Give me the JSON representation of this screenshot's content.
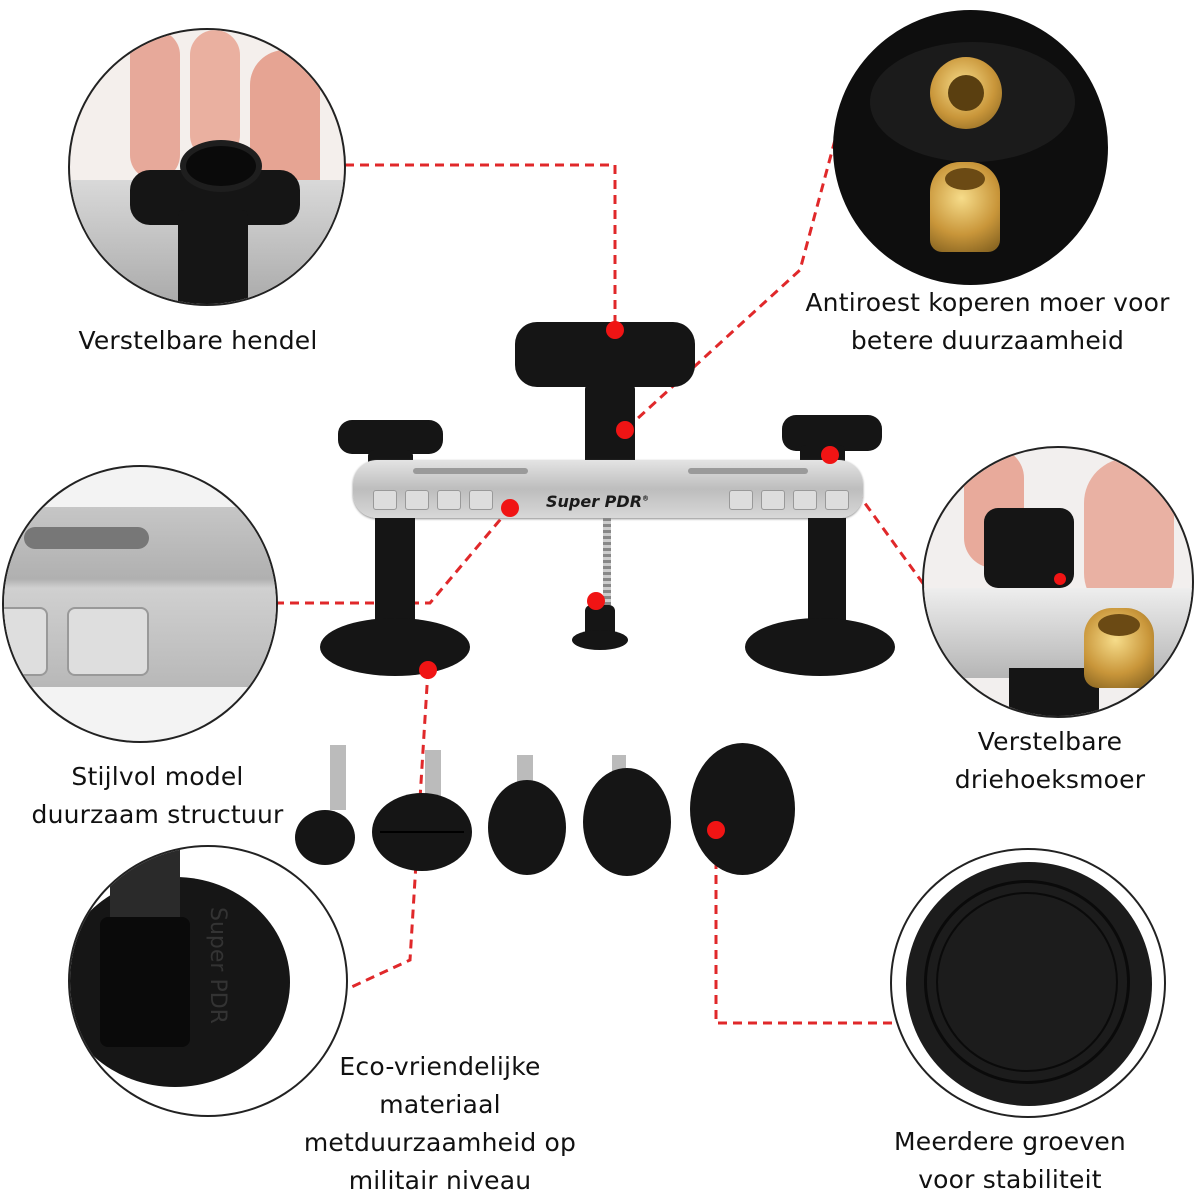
{
  "product": {
    "brand_logo": "Super PDR",
    "registered_mark": "®"
  },
  "callouts": [
    {
      "id": "adjustable-handle",
      "lines": [
        "Verstelbare hendel"
      ]
    },
    {
      "id": "copper-nut",
      "lines": [
        "Antiroest koperen moer voor",
        "betere duurzaamheid"
      ]
    },
    {
      "id": "stylish-model",
      "lines": [
        "Stijlvol model",
        "duurzaam structuur"
      ]
    },
    {
      "id": "triangle-nut",
      "lines": [
        "Verstelbare",
        "driehoeksmoer"
      ]
    },
    {
      "id": "eco-material",
      "lines": [
        "Eco-vriendelijke",
        "materiaal",
        "metduurzaamheid op",
        "militair niveau"
      ]
    },
    {
      "id": "multiple-grooves",
      "lines": [
        "Meerdere groeven",
        "voor stabiliteit"
      ]
    }
  ],
  "pad_text": "Super PDR",
  "colors": {
    "accent_red": "#f01414",
    "text": "#111111",
    "black_plastic": "#151515",
    "brass": "#c9963a",
    "silver": "#c8c8c8"
  }
}
